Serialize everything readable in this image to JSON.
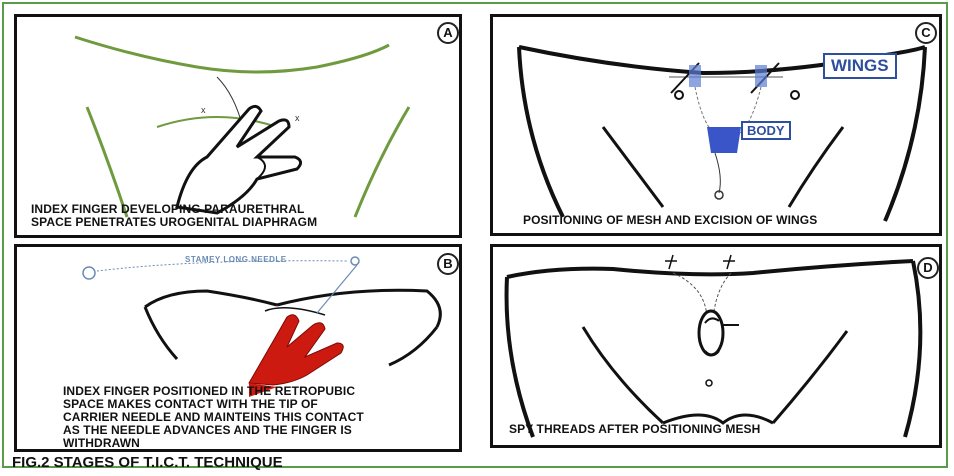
{
  "figure": {
    "title": "FIG.2 STAGES OF T.I.C.T. TECHNIQUE"
  },
  "panels": {
    "A": {
      "badge": "A",
      "caption_line1": "INDEX FINGER DEVELOPING   PARAURETHRAL",
      "caption_line2": "SPACE PENETRATES UROGENITAL DIAPHRAGM"
    },
    "B": {
      "badge": "B",
      "needle_label": "STAMEY LONG  NEEDLE",
      "caption_line1": "INDEX FINGER POSITIONED IN THE RETROPUBIC",
      "caption_line2": "SPACE MAKES CONTACT WITH THE TIP OF",
      "caption_line3": "CARRIER NEEDLE AND MAINTEINS THIS CONTACT",
      "caption_line4": "AS THE NEEDLE ADVANCES AND THE FINGER IS",
      "caption_line5": "WITHDRAWN"
    },
    "C": {
      "badge": "C",
      "wings_label": "WINGS",
      "body_label": "BODY",
      "caption": "POSITIONING OF MESH AND EXCISION OF WINGS"
    },
    "D": {
      "badge": "D",
      "caption": "SPY THREADS AFTER POSITIONING MESH"
    }
  },
  "colors": {
    "outline_green": "#5a9a4a",
    "finger_red": "#cc1a10",
    "mesh_blue": "#3a55c8",
    "label_blue": "#2c4f9e"
  }
}
